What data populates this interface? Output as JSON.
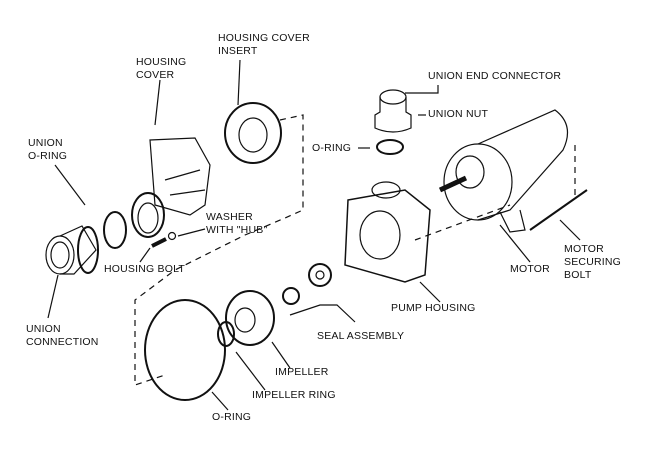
{
  "title": "Pump exploded parts diagram",
  "labels": {
    "housing_cover_insert": "HOUSING COVER\nINSERT",
    "housing_cover": "HOUSING\nCOVER",
    "union_o_ring": "UNION\nO-RING",
    "washer_with_hub": "WASHER\nWITH \"HUB\"",
    "housing_bolt": "HOUSING BOLT",
    "union_connection": "UNION\nCONNECTION",
    "union_end_connector": "UNION END CONNECTOR",
    "union_nut": "UNION NUT",
    "o_ring_top": "O-RING",
    "motor": "MOTOR",
    "motor_securing_bolt": "MOTOR\nSECURING\nBOLT",
    "pump_housing": "PUMP HOUSING",
    "seal_assembly": "SEAL ASSEMBLY",
    "impeller": "IMPELLER",
    "impeller_ring": "IMPELLER RING",
    "o_ring_bottom": "O-RING"
  }
}
